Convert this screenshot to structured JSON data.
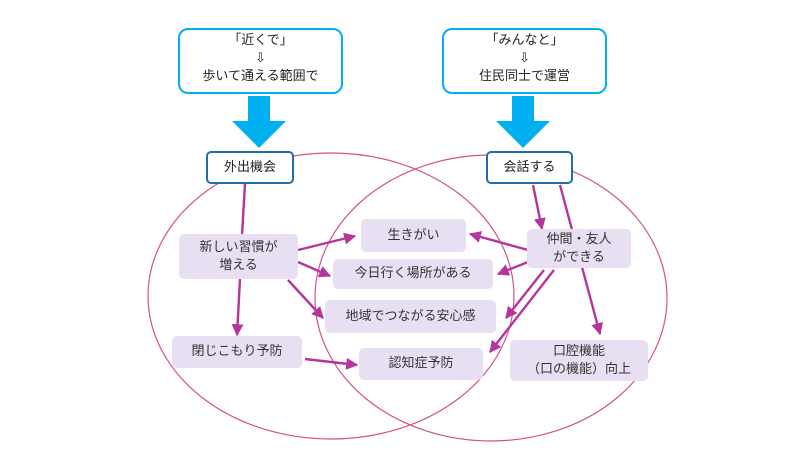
{
  "diagram": {
    "top_boxes": [
      {
        "lines": [
          "「近くで」",
          "⇩",
          "歩いて通える範囲で"
        ]
      },
      {
        "lines": [
          "「みんなと」",
          "⇩",
          "住民同士で運営"
        ]
      }
    ],
    "key_boxes": [
      {
        "label": "外出機会"
      },
      {
        "label": "会話する"
      }
    ],
    "nodes": {
      "new_habits": {
        "lines": [
          "新しい習慣が",
          "増える"
        ]
      },
      "purpose": {
        "lines": [
          "生きがい"
        ]
      },
      "place_to_go": {
        "lines": [
          "今日行く場所がある"
        ]
      },
      "community_security": {
        "lines": [
          "地域でつながる安心感"
        ]
      },
      "prevent_isolation": {
        "lines": [
          "閉じこもり予防"
        ]
      },
      "dementia_prevention": {
        "lines": [
          "認知症予防"
        ]
      },
      "friends": {
        "lines": [
          "仲間・友人",
          "ができる"
        ]
      },
      "oral_function": {
        "lines": [
          "口腔機能",
          "（口の機能）向上"
        ]
      }
    },
    "colors": {
      "big_arrow": "#00b0f0",
      "top_box_border": "#00b0f0",
      "key_box_border": "#1f6ea8",
      "circle": "#d9508a",
      "edge": "#b5359a",
      "node_fill": "#e8dff2"
    }
  }
}
